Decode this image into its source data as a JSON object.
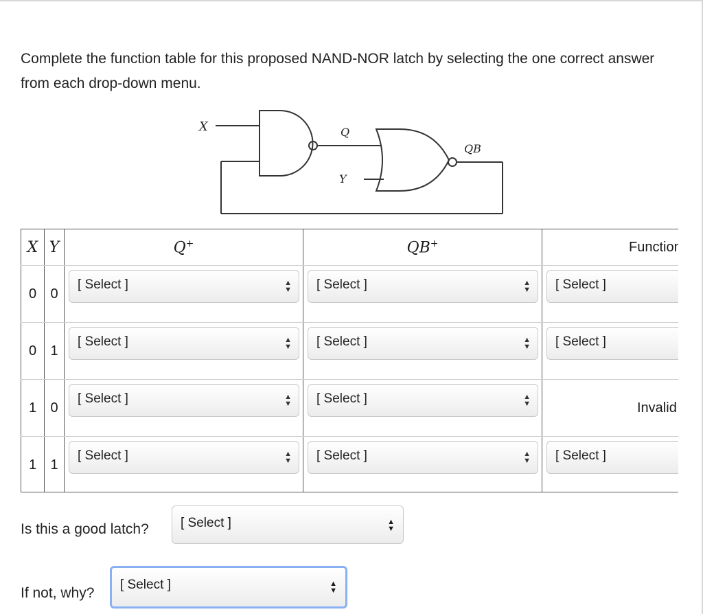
{
  "question_text": "Complete the function table for this proposed NAND-NOR latch by selecting the one correct answer from each drop-down menu.",
  "diagram": {
    "label_x": "X",
    "label_q": "Q",
    "label_y": "Y",
    "label_qb": "QB"
  },
  "table": {
    "headers": {
      "x": "X",
      "y": "Y",
      "q_base": "Q",
      "q_sup": "+",
      "qb_base": "QB",
      "qb_sup": "+",
      "function": "Function"
    },
    "rows": [
      {
        "x": "0",
        "y": "0",
        "q": "[ Select ]",
        "qb": "[ Select ]",
        "function": "[ Select ]"
      },
      {
        "x": "0",
        "y": "1",
        "q": "[ Select ]",
        "qb": "[ Select ]",
        "function": "[ Select ]"
      },
      {
        "x": "1",
        "y": "0",
        "q": "[ Select ]",
        "qb": "[ Select ]",
        "function": "Invalid"
      },
      {
        "x": "1",
        "y": "1",
        "q": "[ Select ]",
        "qb": "[ Select ]",
        "function": "[ Select ]"
      }
    ]
  },
  "good_latch": {
    "label": "Is this a good latch?",
    "value": "[ Select ]"
  },
  "why": {
    "label": "If not, why?",
    "value": "[ Select ]"
  },
  "select_arrow_up": "▲",
  "select_arrow_down": "▼"
}
